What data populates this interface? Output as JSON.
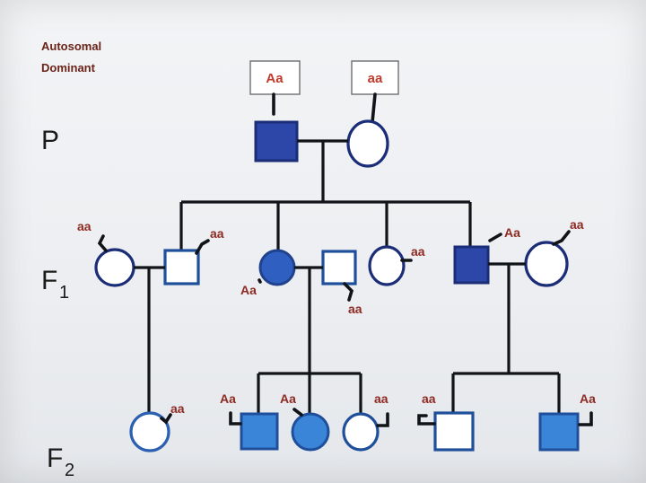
{
  "title": {
    "line1": "Autosomal",
    "line2": "Dominant"
  },
  "generations": {
    "p": "P",
    "f1_base": "F",
    "f1_sub": "1",
    "f2_base": "F",
    "f2_sub": "2"
  },
  "genotypes": {
    "p_father": "Aa",
    "p_mother": "aa",
    "f1_spouse_left": "aa",
    "f1_son_1": "aa",
    "f1_daughter_affected": "Aa",
    "f1_spouse_mid": "aa",
    "f1_daughter_2": "aa",
    "f1_son_affected": "Aa",
    "f1_spouse_right": "aa",
    "f2_left_daughter": "aa",
    "f2_son_affected": "Aa",
    "f2_daughter_affected": "Aa",
    "f2_daughter_unaffected": "aa",
    "f2_son_unaffected": "aa",
    "f2_son_affected_2": "Aa"
  },
  "colors": {
    "affected_dark": "#2d47a8",
    "affected_mid": "#2f5fc0",
    "affected_light": "#3b85d8",
    "outline_blue": "#20418c",
    "genotype_text": "#8e2a22",
    "line": "#101418"
  }
}
